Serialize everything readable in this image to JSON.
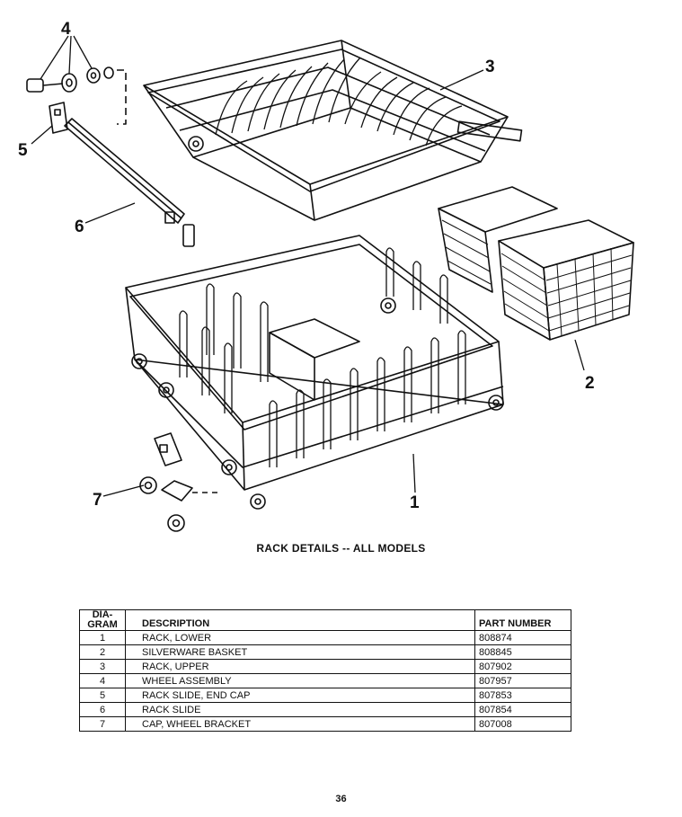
{
  "callouts": {
    "c1": "1",
    "c2": "2",
    "c3": "3",
    "c4": "4",
    "c5": "5",
    "c6": "6",
    "c7": "7"
  },
  "caption": "RACK DETAILS -- ALL MODELS",
  "table": {
    "headers": {
      "diagram": "DIA-\nGRAM",
      "description": "DESCRIPTION",
      "part_number": "PART NUMBER"
    },
    "rows": [
      {
        "diagram": "1",
        "description": "RACK, LOWER",
        "part_number": "808874"
      },
      {
        "diagram": "2",
        "description": "SILVERWARE BASKET",
        "part_number": "808845"
      },
      {
        "diagram": "3",
        "description": "RACK, UPPER",
        "part_number": "807902"
      },
      {
        "diagram": "4",
        "description": "WHEEL ASSEMBLY",
        "part_number": "807957"
      },
      {
        "diagram": "5",
        "description": "RACK SLIDE, END CAP",
        "part_number": "807853"
      },
      {
        "diagram": "6",
        "description": "RACK SLIDE",
        "part_number": "807854"
      },
      {
        "diagram": "7",
        "description": "CAP, WHEEL BRACKET",
        "part_number": "807008"
      }
    ]
  },
  "page_number": "36"
}
